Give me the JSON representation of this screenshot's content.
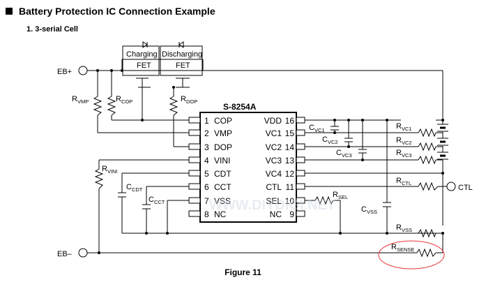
{
  "heading": "Battery Protection IC Connection Example",
  "subheading": "1.  3-serial Cell",
  "caption": "Figure 11",
  "ic": {
    "name": "S-8254A",
    "left_pins": [
      {
        "num": "1",
        "name": "COP"
      },
      {
        "num": "2",
        "name": "VMP"
      },
      {
        "num": "3",
        "name": "DOP"
      },
      {
        "num": "4",
        "name": "VINI"
      },
      {
        "num": "5",
        "name": "CDT"
      },
      {
        "num": "6",
        "name": "CCT"
      },
      {
        "num": "7",
        "name": "VSS"
      },
      {
        "num": "8",
        "name": "NC"
      }
    ],
    "right_pins": [
      {
        "num": "16",
        "name": "VDD"
      },
      {
        "num": "15",
        "name": "VC1"
      },
      {
        "num": "14",
        "name": "VC2"
      },
      {
        "num": "13",
        "name": "VC3"
      },
      {
        "num": "12",
        "name": "VC4"
      },
      {
        "num": "11",
        "name": "CTL"
      },
      {
        "num": "10",
        "name": "SEL"
      },
      {
        "num": "9",
        "name": "NC"
      }
    ]
  },
  "terminals": {
    "eb_plus": "EB+",
    "eb_minus": "EB–",
    "ctl": "CTL"
  },
  "fets": {
    "charging": [
      "Charging",
      "FET"
    ],
    "discharging": [
      "Discharging",
      "FET"
    ]
  },
  "components": {
    "r_vmp": {
      "main": "R",
      "sub": "VMP"
    },
    "r_cop": {
      "main": "R",
      "sub": "COP"
    },
    "r_dop": {
      "main": "R",
      "sub": "DOP"
    },
    "r_vini": {
      "main": "R",
      "sub": "VINI"
    },
    "c_cdt": {
      "main": "C",
      "sub": "CDT"
    },
    "c_cct": {
      "main": "C",
      "sub": "CCT"
    },
    "r_sel": {
      "main": "R",
      "sub": "SEL"
    },
    "c_vc1": {
      "main": "C",
      "sub": "VC1"
    },
    "c_vc2": {
      "main": "C",
      "sub": "VC2"
    },
    "c_vc3": {
      "main": "C",
      "sub": "VC3"
    },
    "c_vss": {
      "main": "C",
      "sub": "VSS"
    },
    "r_vc1": {
      "main": "R",
      "sub": "VC1"
    },
    "r_vc2": {
      "main": "R",
      "sub": "VC2"
    },
    "r_vc3": {
      "main": "R",
      "sub": "VC3"
    },
    "r_ctl": {
      "main": "R",
      "sub": "CTL"
    },
    "r_vss": {
      "main": "R",
      "sub": "VSS"
    },
    "r_sense": {
      "main": "R",
      "sub": "SENSE"
    }
  },
  "watermark": "WWW.DIYDIGI.NET",
  "highlight_color": "#e8363c"
}
